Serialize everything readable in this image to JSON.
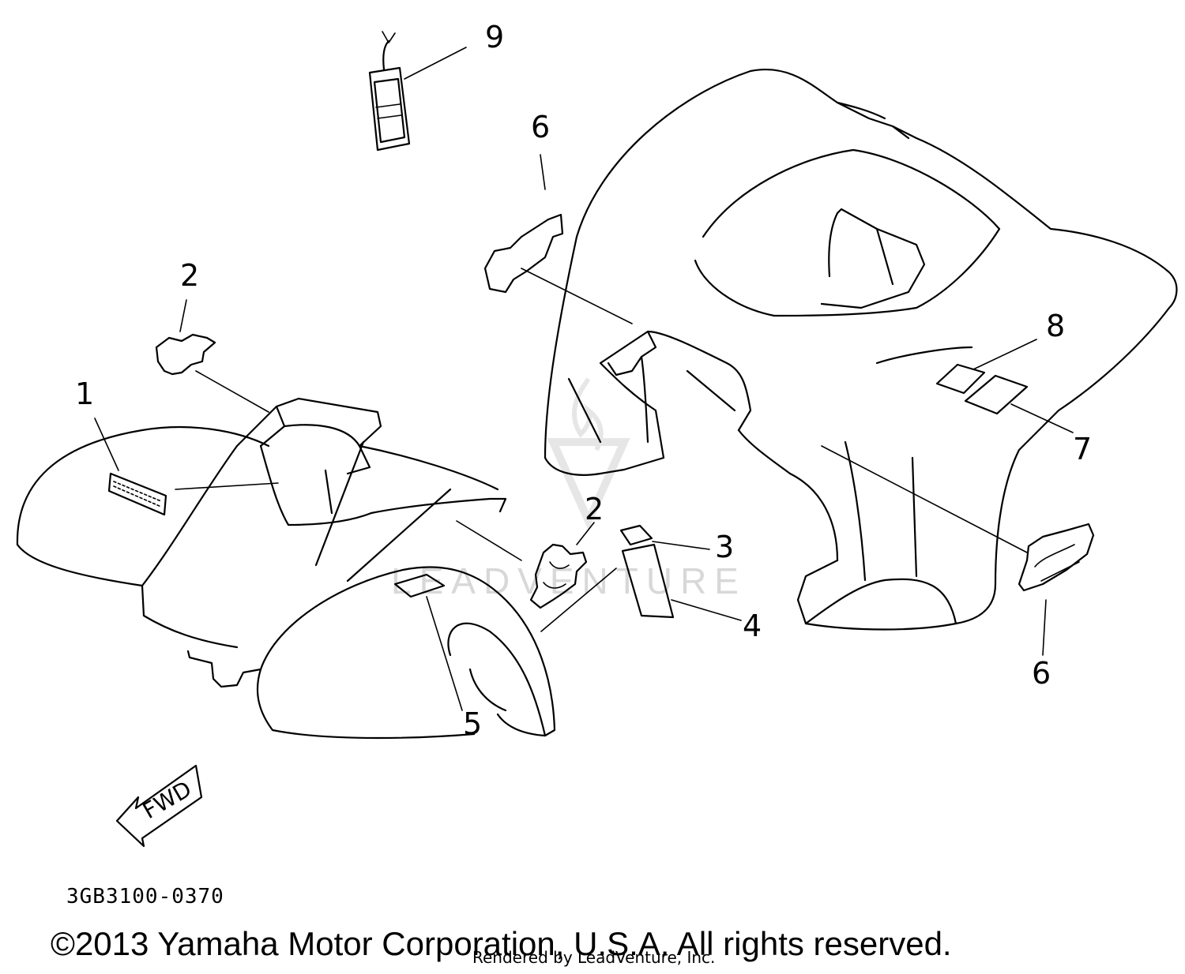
{
  "callouts": [
    {
      "id": "1",
      "label": "1"
    },
    {
      "id": "2a",
      "label": "2"
    },
    {
      "id": "2b",
      "label": "2"
    },
    {
      "id": "3",
      "label": "3"
    },
    {
      "id": "4",
      "label": "4"
    },
    {
      "id": "5",
      "label": "5"
    },
    {
      "id": "6a",
      "label": "6"
    },
    {
      "id": "6b",
      "label": "6"
    },
    {
      "id": "7",
      "label": "7"
    },
    {
      "id": "8",
      "label": "8"
    },
    {
      "id": "9",
      "label": "9"
    }
  ],
  "fwd_label": "FWD",
  "part_number": "3GB3100-0370",
  "copyright": "©2013 Yamaha Motor Corporation, U.S.A. All rights reserved.",
  "rendered_by": "Rendered by LeadVenture, Inc.",
  "watermark": "LEADVENTURE",
  "colors": {
    "line": "#000000",
    "background": "#ffffff",
    "watermark": "#d8d8d8"
  }
}
